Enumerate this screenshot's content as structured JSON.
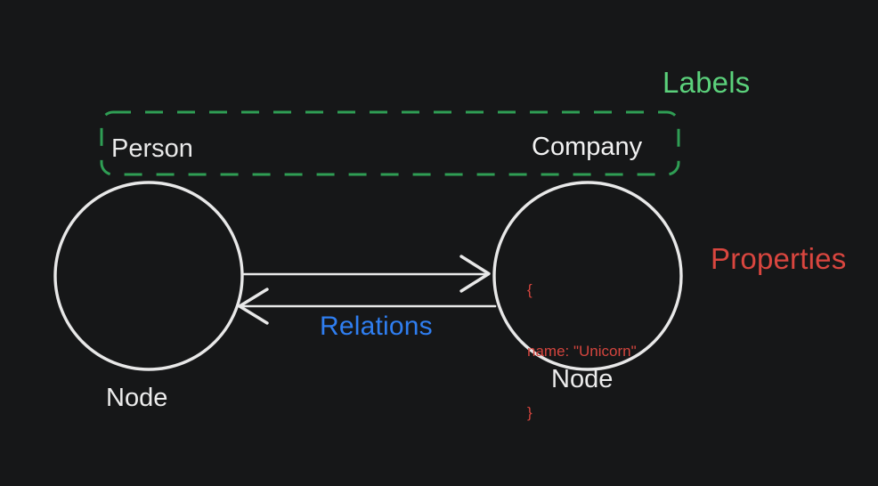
{
  "diagram": {
    "title": "Graph database node / label / relation / property diagram",
    "background_color": "#161718",
    "annotations": {
      "labels": "Labels",
      "labels_color": "#5bd17b",
      "properties": "Properties",
      "properties_color": "#d9463f",
      "relations": "Relations",
      "relations_color": "#2f7ef0"
    },
    "label_box": {
      "stroke_color": "#2f9e54",
      "style": "dashed",
      "entries": [
        {
          "text": "Person"
        },
        {
          "text": "Company"
        }
      ]
    },
    "nodes": [
      {
        "id": "person-node",
        "caption": "Node",
        "label": "Person",
        "stroke_color": "#e8e8e8",
        "properties_text": []
      },
      {
        "id": "company-node",
        "caption": "Node",
        "label": "Company",
        "stroke_color": "#e8e8e8",
        "properties_text": [
          "{",
          "name: \"Unicorn\"",
          "}"
        ]
      }
    ],
    "relations": [
      {
        "id": "rel-forward",
        "direction": "person-to-company",
        "stroke_color": "#e8e8e8"
      },
      {
        "id": "rel-backward",
        "direction": "company-to-person",
        "stroke_color": "#e8e8e8"
      }
    ]
  }
}
